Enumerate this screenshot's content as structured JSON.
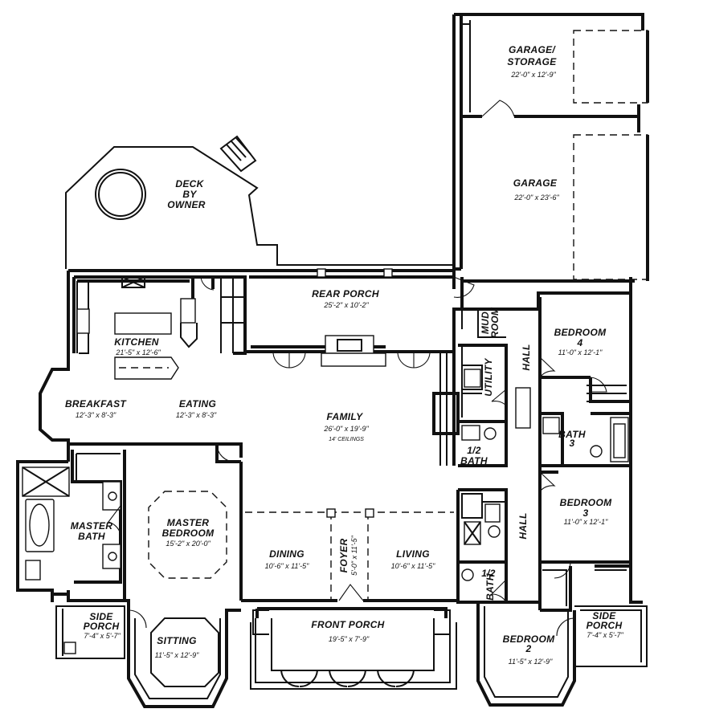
{
  "rooms": {
    "garage_storage": {
      "name_line1": "GARAGE/",
      "name_line2": "STORAGE",
      "dims": "22'-0\" x 12'-9\""
    },
    "garage": {
      "name": "GARAGE",
      "dims": "22'-0\" x 23'-6\""
    },
    "deck": {
      "line1": "DECK",
      "line2": "BY",
      "line3": "OWNER"
    },
    "rear_porch": {
      "name": "REAR PORCH",
      "dims": "25'-2\" x 10'-2\""
    },
    "mud_room": {
      "line1": "MUD",
      "line2": "ROOM"
    },
    "bedroom4": {
      "name_line1": "BEDROOM",
      "name_line2": "4",
      "dims": "11'-0\" x 12'-1\""
    },
    "kitchen": {
      "name": "KITCHEN",
      "dims": "21'-5\" x 12'-6\""
    },
    "breakfast": {
      "name": "BREAKFAST",
      "dims": "12'-3\" x 8'-3\""
    },
    "eating": {
      "name": "EATING",
      "dims": "12'-3\" x 8'-3\""
    },
    "family": {
      "name": "FAMILY",
      "dims": "26'-0\" x 19'-9\"",
      "note": "14' CEILINGS"
    },
    "utility": {
      "name": "UTILITY"
    },
    "hall_upper": {
      "name": "HALL"
    },
    "hall_lower": {
      "name": "HALL"
    },
    "bath3": {
      "line1": "BATH",
      "line2": "3"
    },
    "half_bath_upper": {
      "line1": "1/2",
      "line2": "BATH"
    },
    "half_bath_lower": {
      "line1": "1/2",
      "line2": "BATH"
    },
    "bedroom3": {
      "name_line1": "BEDROOM",
      "name_line2": "3",
      "dims": "11'-0\" x 12'-1\""
    },
    "master_bath": {
      "line1": "MASTER",
      "line2": "BATH"
    },
    "master_bedroom": {
      "name_line1": "MASTER",
      "name_line2": "BEDROOM",
      "dims": "15'-2\" x 20'-0\""
    },
    "dining": {
      "name": "DINING",
      "dims": "10'-6\" x 11'-5\""
    },
    "foyer": {
      "name": "FOYER",
      "dims": "5'-0\" x 11'-5\""
    },
    "living": {
      "name": "LIVING",
      "dims": "10'-6\" x 11'-5\""
    },
    "side_porch_left": {
      "line1": "SIDE",
      "line2": "PORCH",
      "dims": "7'-4\" x 5'-7\""
    },
    "side_porch_right": {
      "line1": "SIDE",
      "line2": "PORCH",
      "dims": "7'-4\" x 5'-7\""
    },
    "sitting": {
      "name": "SITTING",
      "dims": "11'-5\" x 12'-9\""
    },
    "front_porch": {
      "name": "FRONT PORCH",
      "dims": "19'-5\" x 7'-9\""
    },
    "bedroom2": {
      "name_line1": "BEDROOM",
      "name_line2": "2",
      "dims": "11'-5\" x 12'-9\""
    }
  }
}
